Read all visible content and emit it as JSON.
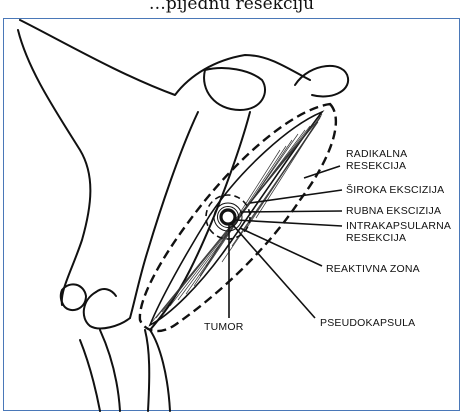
{
  "header": {
    "text": "…pijednu resekciju"
  },
  "diagram": {
    "labels": {
      "radikalna_1": "RADIKALNA",
      "radikalna_2": "RESEKCIJA",
      "siroka": "ŠIROKA EKSCIZIJA",
      "rubna": "RUBNA EKSCIZIJA",
      "intra_1": "INTRAKAPSULARNA",
      "intra_2": "RESEKCIJA",
      "reaktivna": "REAKTIVNA ZONA",
      "tumor": "TUMOR",
      "pseudokapsula": "PSEUDOKAPSULA"
    }
  },
  "colors": {
    "frame": "#4a78b8",
    "ink": "#111111"
  }
}
